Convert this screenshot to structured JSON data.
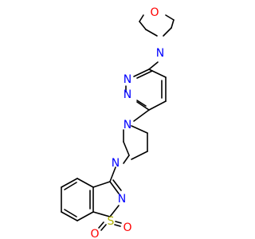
{
  "molecule": {
    "atom_labels": {
      "morpholine_o": "O",
      "morpholine_n": "N",
      "pyridazine_n1": "N",
      "pyridazine_n2": "N",
      "piperazine_n1": "N",
      "piperazine_n2": "N",
      "isothiazole_n": "N",
      "sulfur": "S",
      "sulfonyl_o1": "O",
      "sulfonyl_o2": "O"
    }
  },
  "colors": {
    "bond": "#000000",
    "nitrogen": "#0000ff",
    "oxygen": "#ff0000",
    "sulfur": "#b2b200"
  }
}
